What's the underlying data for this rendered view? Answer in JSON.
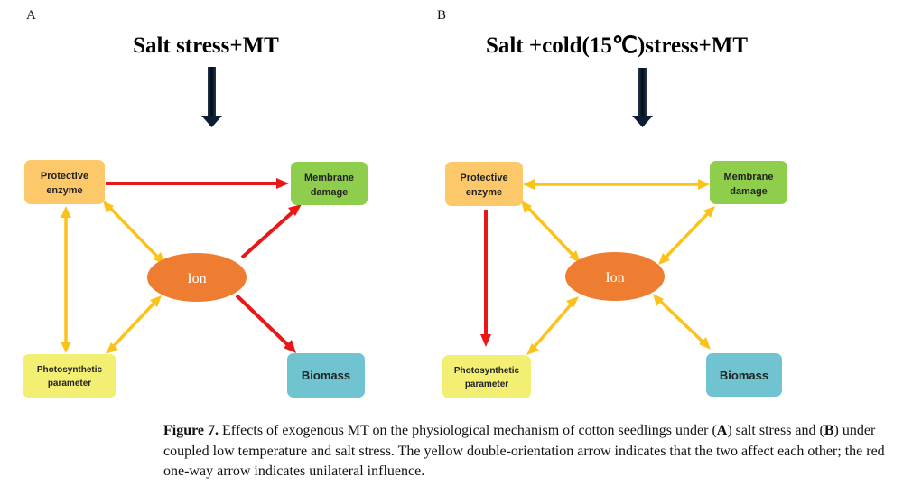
{
  "panels": [
    {
      "letter": "A",
      "title": "Salt stress+MT",
      "nodes": {
        "protective": [
          "Protective",
          "enzyme"
        ],
        "membrane": [
          "Membrane",
          "damage"
        ],
        "ion": "Ion",
        "photo": [
          "Photosynthetic",
          "parameter"
        ],
        "biomass": "Biomass"
      },
      "relations": [
        {
          "from": "protective",
          "to": "membrane",
          "type": "red-one-way"
        },
        {
          "from": "ion",
          "to": "membrane",
          "type": "red-one-way"
        },
        {
          "from": "ion",
          "to": "biomass",
          "type": "red-one-way"
        },
        {
          "from": "protective",
          "to": "ion",
          "type": "yellow-double"
        },
        {
          "from": "photo",
          "to": "ion",
          "type": "yellow-double"
        },
        {
          "from": "protective",
          "to": "photo",
          "type": "yellow-double"
        }
      ]
    },
    {
      "letter": "B",
      "title": "Salt +cold(15℃)stress+MT",
      "nodes": {
        "protective": [
          "Protective",
          "enzyme"
        ],
        "membrane": [
          "Membrane",
          "damage"
        ],
        "ion": "Ion",
        "photo": [
          "Photosynthetic",
          "parameter"
        ],
        "biomass": "Biomass"
      },
      "relations": [
        {
          "from": "protective",
          "to": "membrane",
          "type": "yellow-double"
        },
        {
          "from": "protective",
          "to": "ion",
          "type": "yellow-double"
        },
        {
          "from": "ion",
          "to": "membrane",
          "type": "yellow-double"
        },
        {
          "from": "photo",
          "to": "ion",
          "type": "yellow-double"
        },
        {
          "from": "ion",
          "to": "biomass",
          "type": "yellow-double"
        },
        {
          "from": "protective",
          "to": "photo",
          "type": "red-one-way"
        }
      ]
    }
  ],
  "caption": {
    "label": "Figure 7.",
    "part1": " Effects of exogenous MT on the physiological mechanism of cotton seedlings under (",
    "a": "A",
    "part2": ") salt stress and (",
    "b": "B",
    "part3": ") under coupled low temperature and salt stress. The yellow double-orientation arrow indicates that the two affect each other; the red one-way arrow indicates unilateral influence."
  },
  "colors": {
    "protective": "#fdc86a",
    "membrane": "#8fce4d",
    "ion": "#ee7d31",
    "photo": "#f2ef72",
    "biomass": "#70c4cf",
    "yellow_arrow": "#fbc21a",
    "red_arrow": "#ea1717",
    "stress_arrow": "#0b1e33"
  }
}
